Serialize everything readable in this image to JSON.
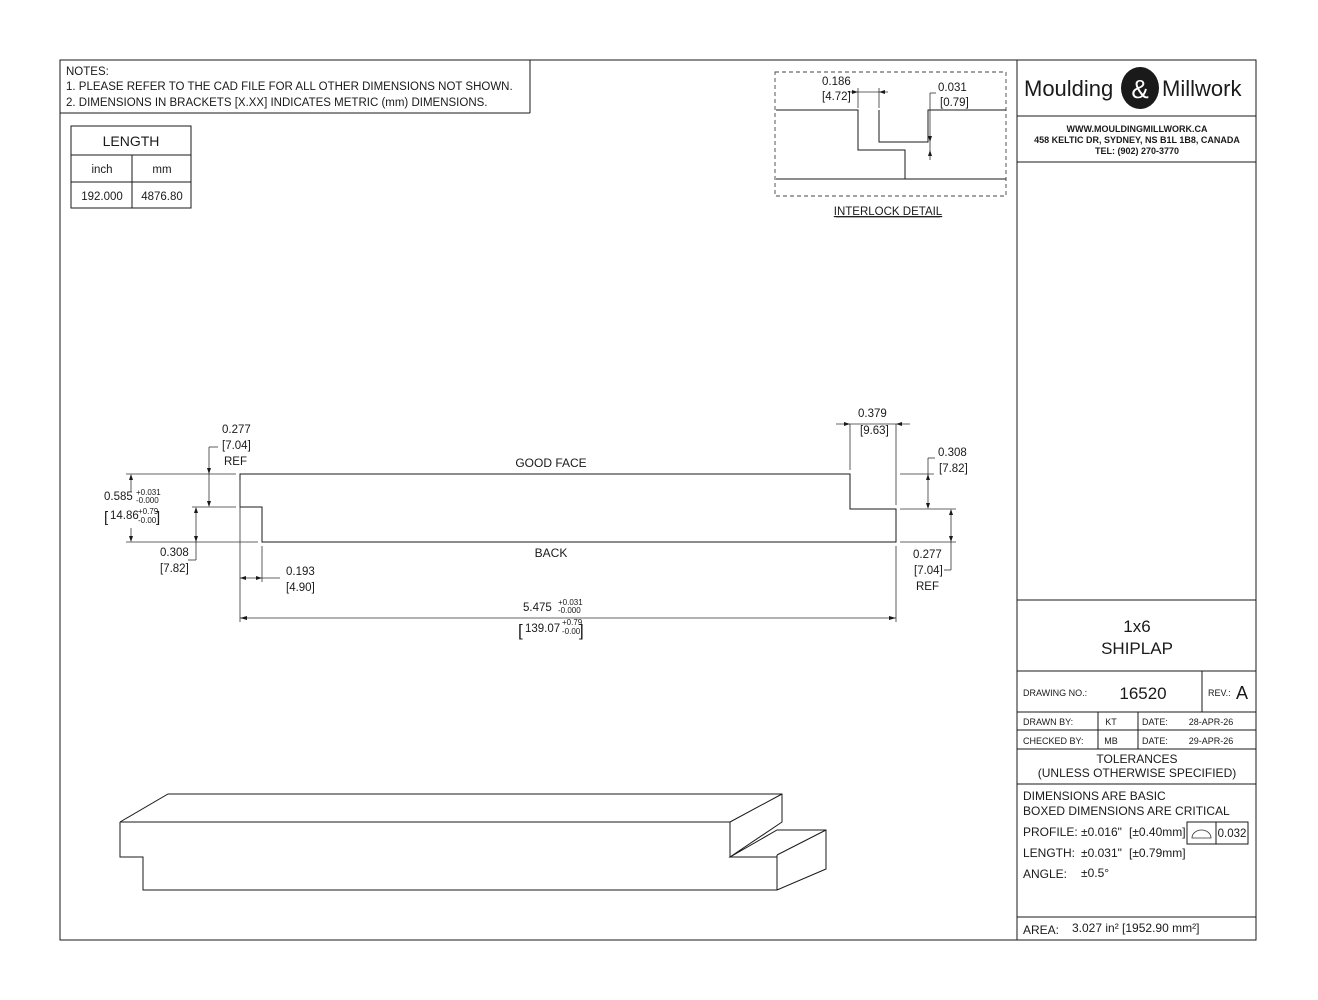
{
  "notes": {
    "heading": "NOTES:",
    "line1": "1.   PLEASE REFER TO THE CAD FILE FOR ALL OTHER DIMENSIONS NOT SHOWN.",
    "line2": "2.   DIMENSIONS IN BRACKETS [X.XX] INDICATES METRIC (mm) DIMENSIONS."
  },
  "length_table": {
    "title": "LENGTH",
    "col_inch": "inch",
    "col_mm": "mm",
    "value_inch": "192.000",
    "value_mm": "4876.80"
  },
  "interlock": {
    "caption": "INTERLOCK DETAIL",
    "dim_a": "0.186",
    "dim_a_mm": "[4.72]",
    "dim_b": "0.031",
    "dim_b_mm": "[0.79]"
  },
  "profile": {
    "good_face": "GOOD FACE",
    "back": "BACK",
    "left_top_dim": "0.277",
    "left_top_dim_mm": "[7.04]",
    "left_top_ref": "REF",
    "thickness": "0.585",
    "thickness_tol_plus": "+0.031",
    "thickness_tol_minus": "-0.000",
    "thickness_mm": "14.86",
    "thickness_mm_tol_plus": "+0.79",
    "thickness_mm_tol_minus": "-0.00",
    "left_bottom_dim": "0.308",
    "left_bottom_dim_mm": "[7.82]",
    "lip_dim": "0.193",
    "lip_dim_mm": "[4.90]",
    "width": "5.475",
    "width_tol_plus": "+0.031",
    "width_tol_minus": "-0.000",
    "width_mm": "139.07",
    "width_mm_tol_plus": "+0.79",
    "width_mm_tol_minus": "-0.00",
    "right_top_dim": "0.379",
    "right_top_dim_mm": "[9.63]",
    "right_mid_dim": "0.308",
    "right_mid_dim_mm": "[7.82]",
    "right_bottom_dim": "0.277",
    "right_bottom_dim_mm": "[7.04]",
    "right_bottom_ref": "REF"
  },
  "company": {
    "name_left": "Moulding",
    "name_right": "Millwork",
    "web": "WWW.MOULDINGMILLWORK.CA",
    "address": "458 KELTIC DR, SYDNEY, NS B1L 1B8, CANADA",
    "tel": "TEL: (902) 270-3770"
  },
  "title_block": {
    "product_line1": "1x6",
    "product_line2": "SHIPLAP",
    "drawing_no_label": "DRAWING NO.:",
    "drawing_no": "16520",
    "rev_label": "REV.:",
    "rev": "A",
    "drawn_by_label": "DRAWN BY:",
    "drawn_by": "KT",
    "drawn_date_label": "DATE:",
    "drawn_date": "28-APR-26",
    "checked_by_label": "CHECKED BY:",
    "checked_by": "MB",
    "checked_date_label": "DATE:",
    "checked_date": "29-APR-26",
    "tolerances_line1": "TOLERANCES",
    "tolerances_line2": "(UNLESS OTHERWISE SPECIFIED)",
    "basic": "DIMENSIONS ARE BASIC",
    "critical": "BOXED DIMENSIONS ARE CRITICAL",
    "profile_label": "PROFILE:",
    "profile_in": "±0.016\"",
    "profile_mm": "[±0.40mm]",
    "profile_flag": "0.032",
    "length_label": "LENGTH:",
    "length_in": "±0.031\"",
    "length_mm": "[±0.79mm]",
    "angle_label": "ANGLE:",
    "angle": "±0.5°",
    "area_label": "AREA:",
    "area": "3.027 in² [1952.90 mm²]"
  }
}
